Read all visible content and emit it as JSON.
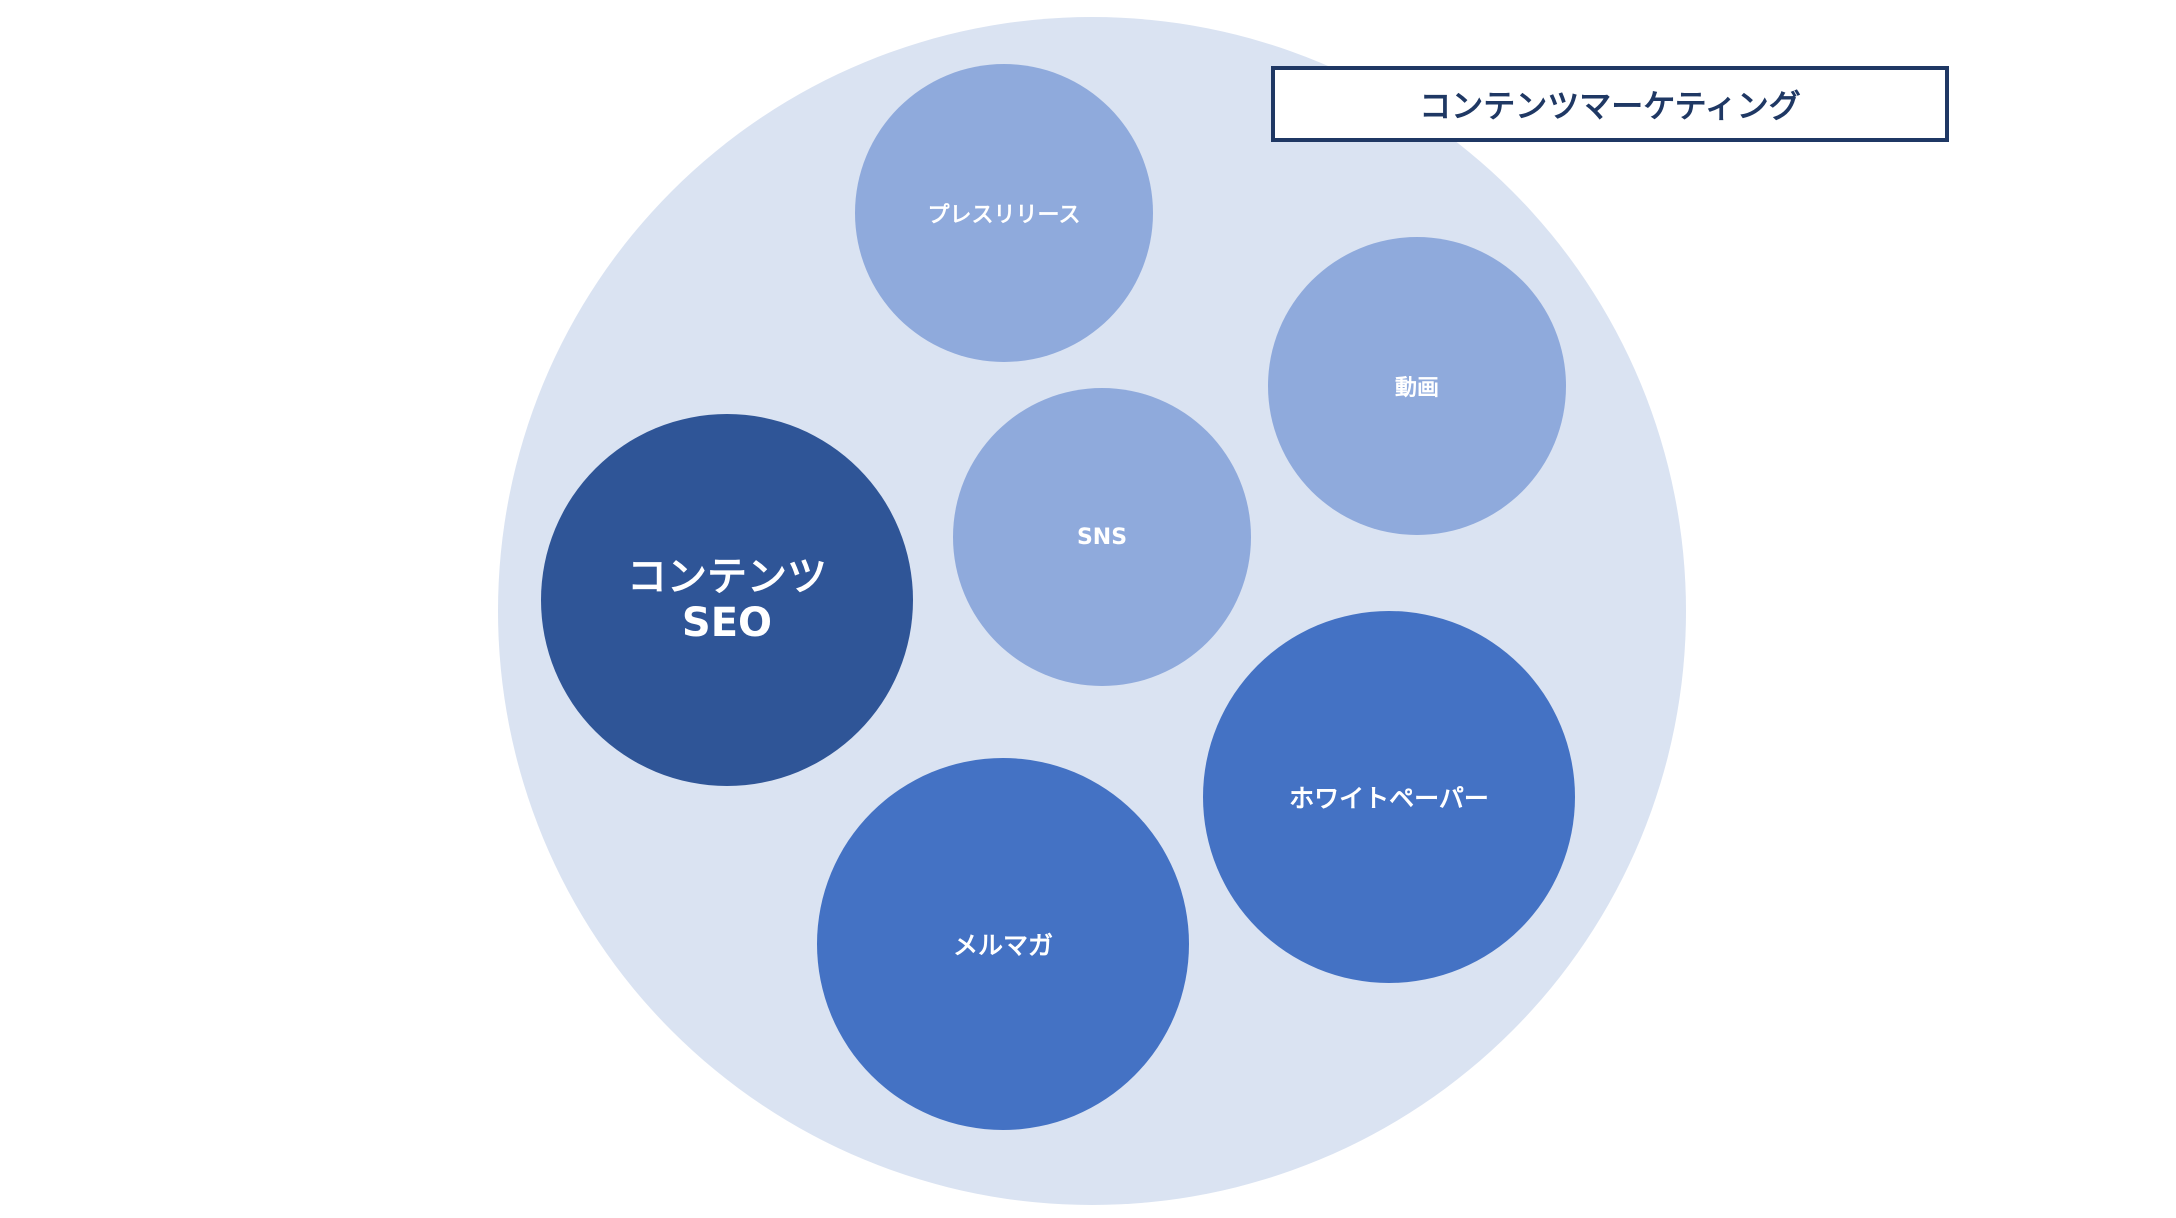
{
  "title": "コンテンツマーケティング",
  "circles": {
    "press_release": "プレスリリース",
    "video": "動画",
    "sns": "SNS",
    "content_seo_line1": "コンテンツ",
    "content_seo_line2": "SEO",
    "whitepaper": "ホワイトペーパー",
    "mailmagazine": "メルマガ"
  },
  "colors": {
    "outer": "#dae3f2",
    "light": "#8faadc",
    "mid": "#4472c4",
    "dark": "#2f5597",
    "title": "#1f3864"
  }
}
